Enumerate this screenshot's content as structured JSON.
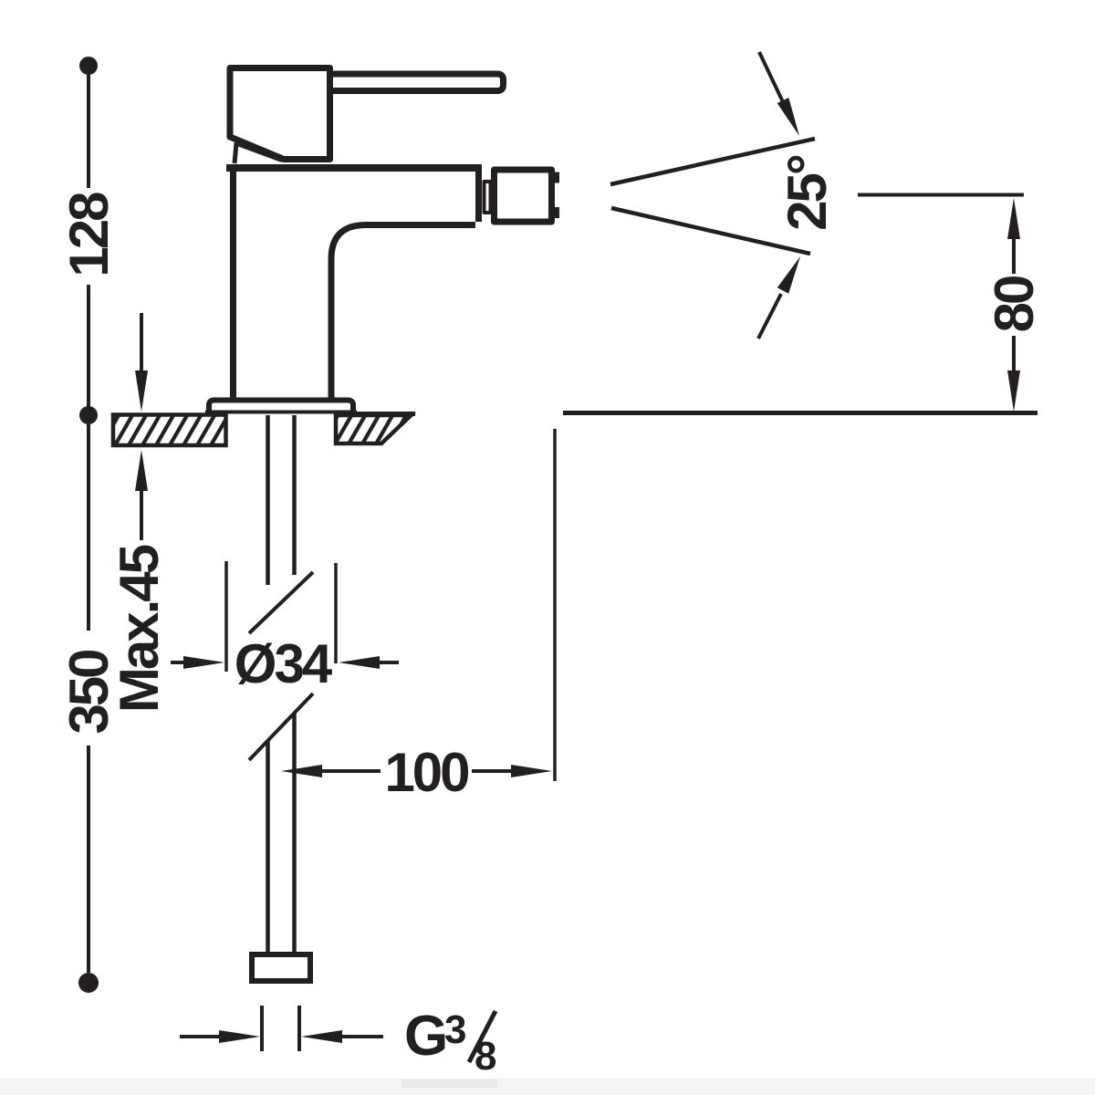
{
  "drawing": {
    "type": "technical-dimension-drawing",
    "subject": "single-lever bidet mixer tap, side elevation with installation dimensions",
    "colors": {
      "ink": "#231f20",
      "background": "#ffffff",
      "footer_strip": "#f4f4f4",
      "footer_patch": "#e9e9e9"
    },
    "dimensions": {
      "height_above_deck": "128",
      "total_height": "350",
      "deck_thickness": "Max.45",
      "body_diameter": "Ø34",
      "spout_projection": "100",
      "outlet_height": "80",
      "spray_angle": "25°",
      "thread": {
        "prefix": "G",
        "numerator": "3",
        "denominator": "8"
      }
    }
  }
}
